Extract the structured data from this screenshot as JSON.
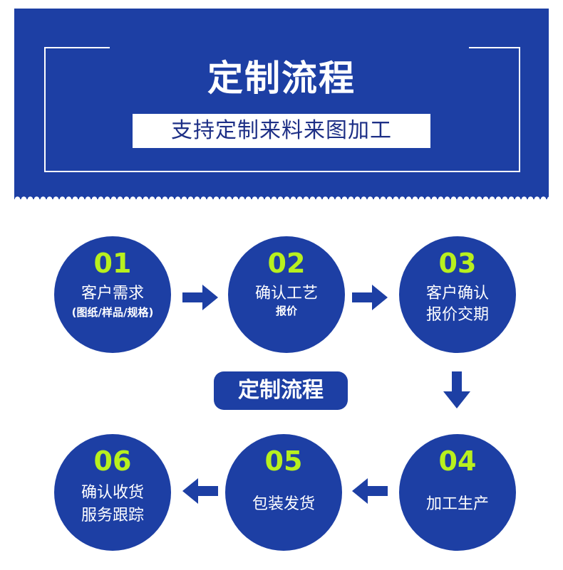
{
  "banner": {
    "title": "定制流程",
    "subtitle": "支持定制来料来图加工"
  },
  "steps": [
    {
      "num": "01",
      "line1": "客户需求",
      "line2": "(图纸/样品/规格)"
    },
    {
      "num": "02",
      "line1": "确认工艺",
      "line2": "报价"
    },
    {
      "num": "03",
      "line1": "客户确认",
      "line2": "报价交期"
    },
    {
      "num": "04",
      "line1": "加工生产"
    },
    {
      "num": "05",
      "line1": "包装发货"
    },
    {
      "num": "06",
      "line1": "确认收货",
      "line2": "服务跟踪"
    }
  ],
  "center_label": "定制流程",
  "colors": {
    "primary": "#1d3fa4",
    "number": "#b8f01e",
    "text": "#ffffff"
  },
  "icons": [
    "arrow-right-icon",
    "arrow-down-icon",
    "arrow-left-icon"
  ]
}
